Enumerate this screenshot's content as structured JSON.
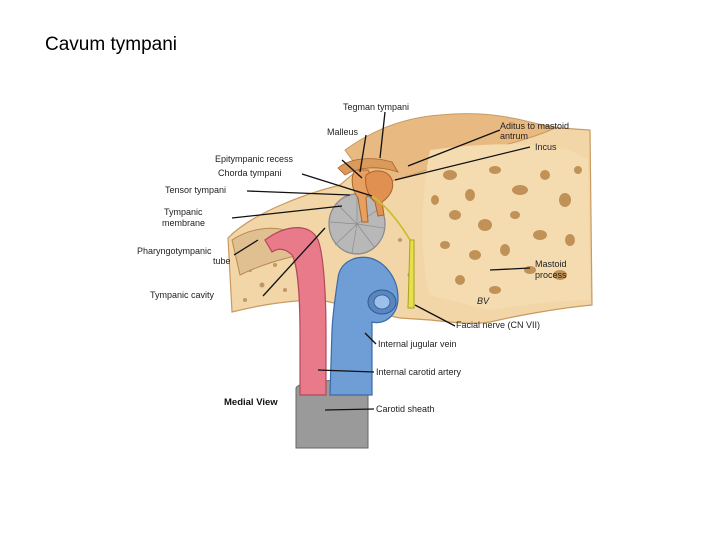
{
  "title": "Cavum tympani",
  "view_label": "Medial View",
  "signature": "BV",
  "labels": {
    "tegmen": "Tegman tympani",
    "aditus1": "Aditus to mastoid",
    "aditus2": "antrum",
    "malleus": "Malleus",
    "incus": "Incus",
    "epitympanic": "Epitympanic recess",
    "chorda": "Chorda tympani",
    "tensor": "Tensor tympani",
    "tympanic_membrane1": "Tympanic",
    "tympanic_membrane2": "membrane",
    "pharyngotympanic1": "Pharyngotympanic",
    "pharyngotympanic2": "tube",
    "mastoid1": "Mastoid",
    "mastoid2": "process",
    "tympanic_cavity": "Tympanic cavity",
    "facial_nerve": "Facial nerve (CN VII)",
    "ijv": "Internal jugular vein",
    "ica": "Internal carotid artery",
    "carotid_sheath": "Carotid sheath"
  },
  "colors": {
    "bone": "#f2d6a8",
    "bone_dark": "#d9a868",
    "ossicle": "#e8a060",
    "membrane": "#b8b8b8",
    "artery": "#e87a8a",
    "vein": "#6f9ed6",
    "nerve": "#e8e04a",
    "sheath": "#9a9a9a",
    "leader": "#111111"
  }
}
